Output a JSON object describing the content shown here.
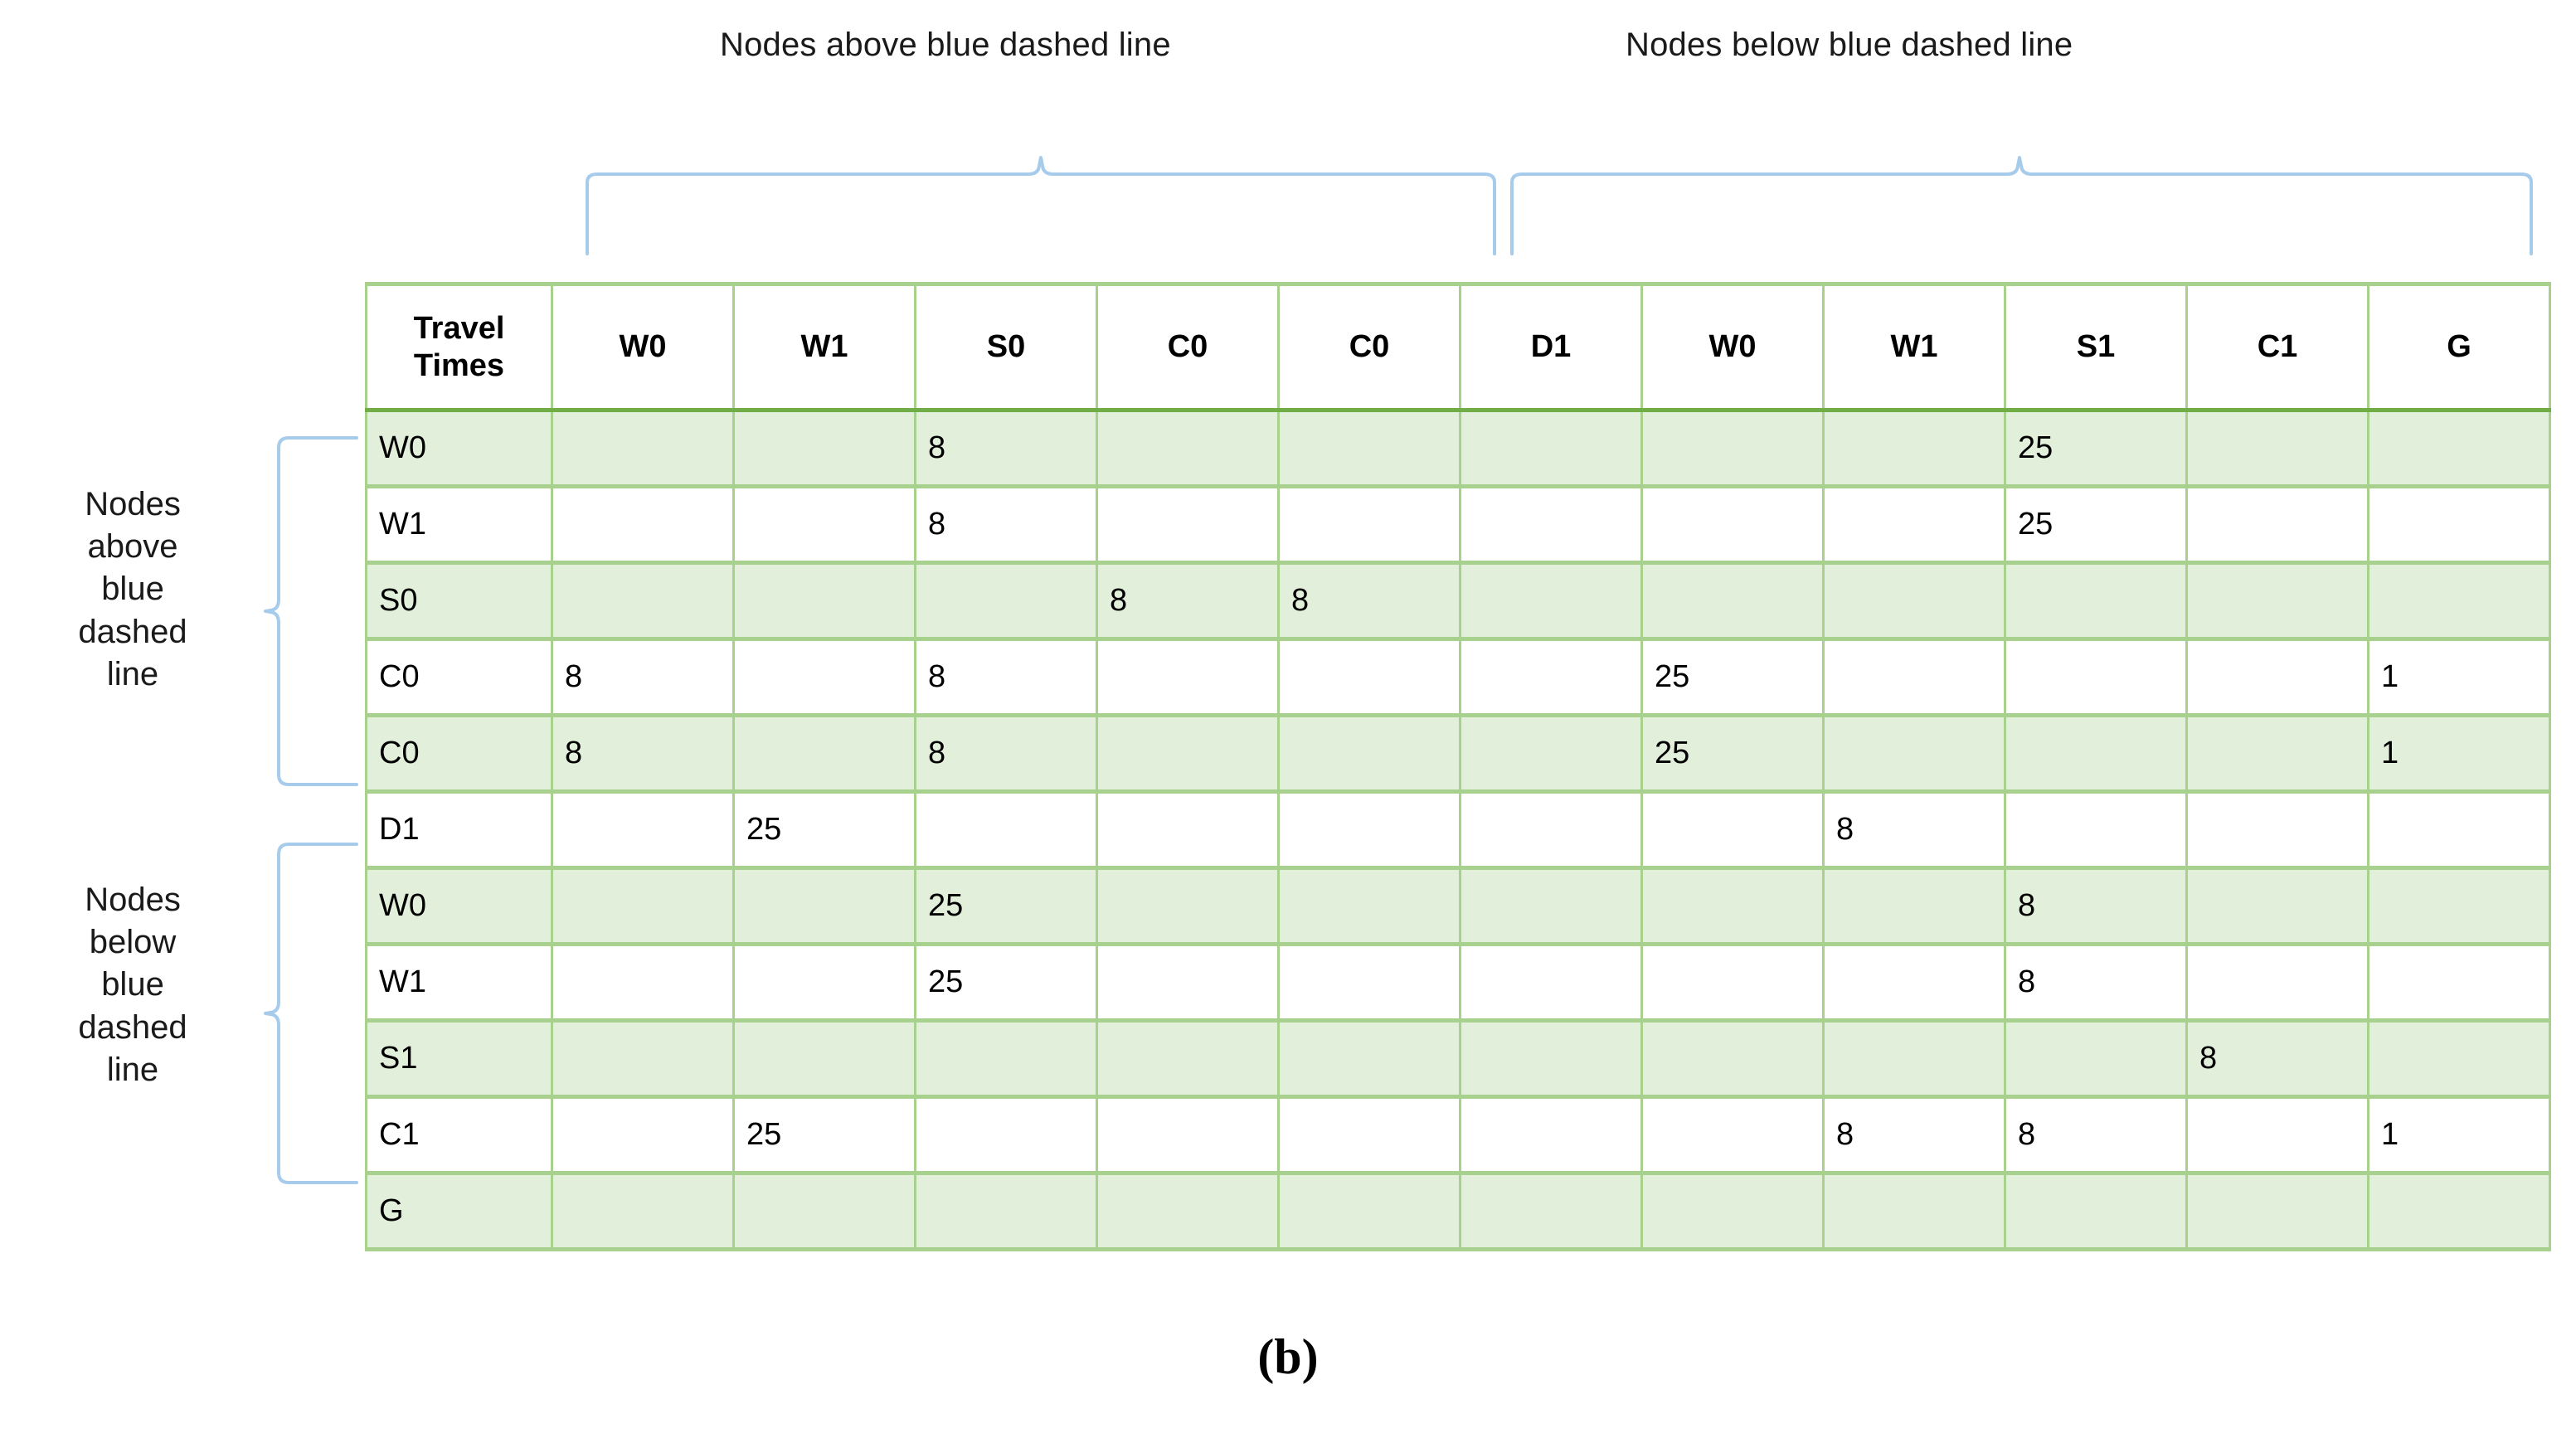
{
  "figure": {
    "caption": "(b)"
  },
  "annotations": {
    "top_above": "Nodes above blue dashed line",
    "top_below": "Nodes below blue dashed line",
    "side_above": "Nodes above blue dashed line",
    "side_below": "Nodes below blue dashed line",
    "brace_color": "#A7CBEA"
  },
  "colors": {
    "grid_line": "#A9D18E",
    "header_rule": "#70AD47",
    "band_fill": "#E2EFDA",
    "plain_fill": "#FFFFFF",
    "text": "#000000"
  },
  "chart_data": {
    "type": "table",
    "title": "Travel Times",
    "corner_label": "Travel Times",
    "columns": [
      "W0",
      "W1",
      "S0",
      "C0",
      "C0",
      "D1",
      "W0",
      "W1",
      "S1",
      "C1",
      "G"
    ],
    "rows": [
      "W0",
      "W1",
      "S0",
      "C0",
      "C0",
      "D1",
      "W0",
      "W1",
      "S1",
      "C1",
      "G"
    ],
    "column_groups": [
      {
        "label": "Nodes above blue dashed line",
        "start": 0,
        "end": 4
      },
      {
        "label": "Nodes below blue dashed line",
        "start": 5,
        "end": 10
      }
    ],
    "row_groups": [
      {
        "label": "Nodes above blue dashed line",
        "start": 0,
        "end": 4
      },
      {
        "label": "Nodes below blue dashed line",
        "start": 5,
        "end": 10
      }
    ],
    "row_shading": [
      "band",
      "plain",
      "band",
      "plain",
      "band",
      "plain",
      "band",
      "plain",
      "band",
      "plain",
      "band"
    ],
    "values": [
      [
        "",
        "",
        "8",
        "",
        "",
        "",
        "",
        "",
        "25",
        "",
        ""
      ],
      [
        "",
        "",
        "8",
        "",
        "",
        "",
        "",
        "",
        "25",
        "",
        ""
      ],
      [
        "",
        "",
        "",
        "8",
        "8",
        "",
        "",
        "",
        "",
        "",
        ""
      ],
      [
        "8",
        "",
        "8",
        "",
        "",
        "",
        "25",
        "",
        "",
        "",
        "1"
      ],
      [
        "8",
        "",
        "8",
        "",
        "",
        "",
        "25",
        "",
        "",
        "",
        "1"
      ],
      [
        "",
        "25",
        "",
        "",
        "",
        "",
        "",
        "8",
        "",
        "",
        ""
      ],
      [
        "",
        "",
        "25",
        "",
        "",
        "",
        "",
        "",
        "8",
        "",
        ""
      ],
      [
        "",
        "",
        "25",
        "",
        "",
        "",
        "",
        "",
        "8",
        "",
        ""
      ],
      [
        "",
        "",
        "",
        "",
        "",
        "",
        "",
        "",
        "",
        "8",
        ""
      ],
      [
        "",
        "25",
        "",
        "",
        "",
        "",
        "",
        "8",
        "8",
        "",
        "1"
      ],
      [
        "",
        "",
        "",
        "",
        "",
        "",
        "",
        "",
        "",
        "",
        ""
      ]
    ]
  }
}
